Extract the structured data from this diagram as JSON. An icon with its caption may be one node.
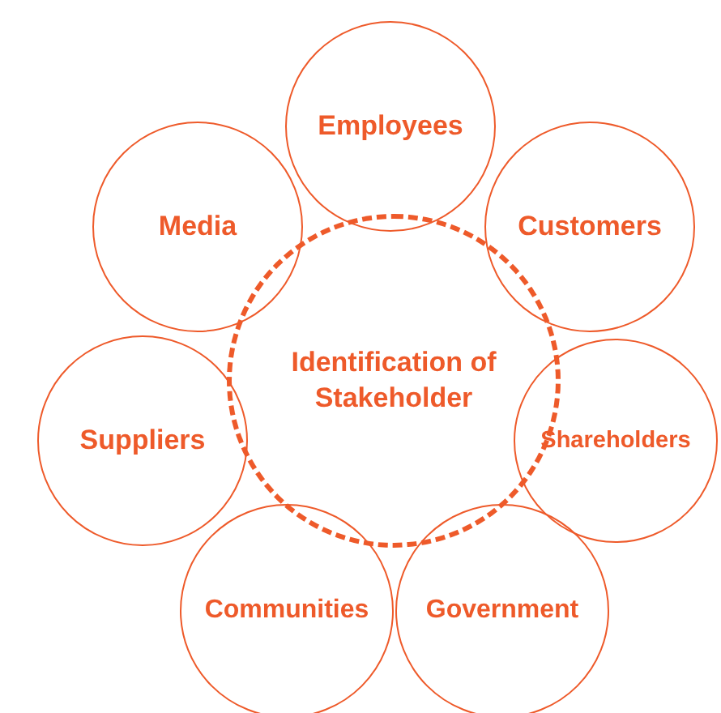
{
  "diagram": {
    "nodes": [
      {
        "text": [
          "Identification of Stakeholder"
        ]
      },
      {
        "text": [
          "Employees"
        ]
      },
      {
        "text": [
          "Media"
        ]
      },
      {
        "text": [
          "Customers"
        ]
      },
      {
        "text": [
          "Suppliers"
        ]
      },
      {
        "text": [
          "Shareholders"
        ]
      },
      {
        "text": [
          "Communities"
        ]
      },
      {
        "text": [
          "Government"
        ]
      }
    ]
  }
}
